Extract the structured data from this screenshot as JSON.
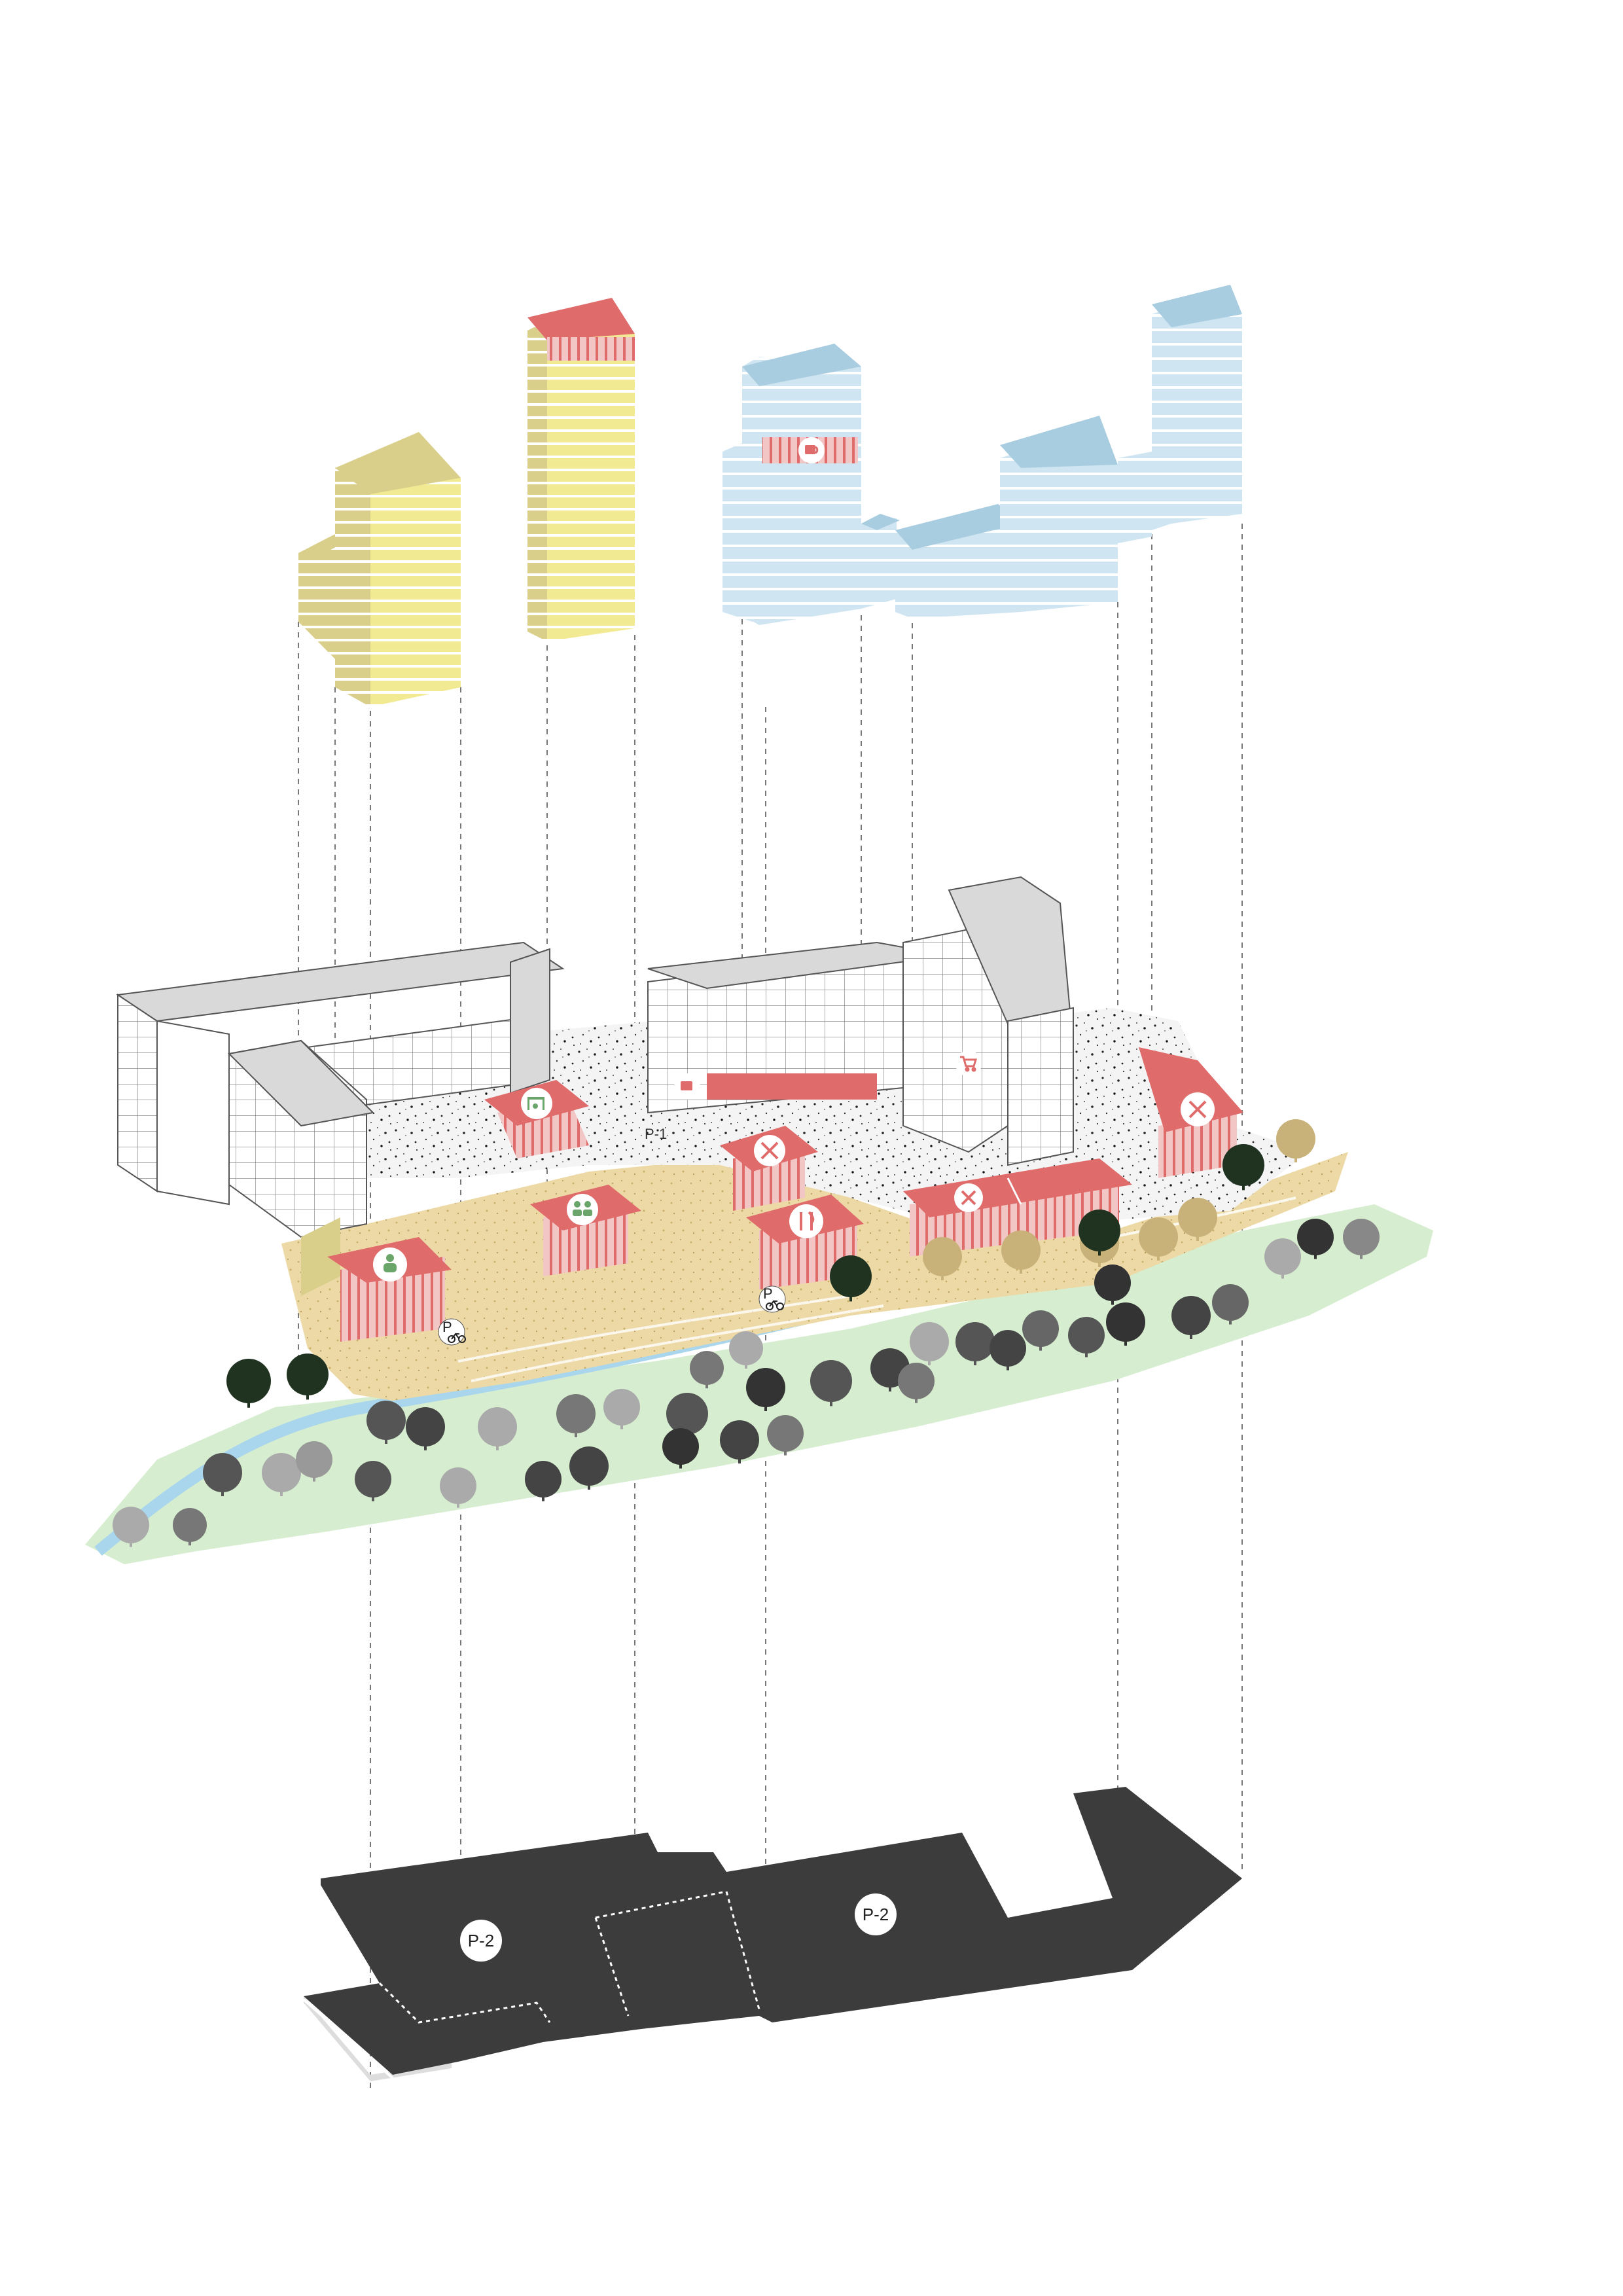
{
  "labels": {
    "parking_upper": "P-1",
    "parking_lower_left": "P-2",
    "parking_lower_right": "P-2",
    "bike_parking_left": "P",
    "bike_parking_right": "P"
  },
  "colors": {
    "housing_yellow_dark": "#d9cf8a",
    "housing_yellow_light": "#f2ea92",
    "office_blue": "#a9cde0",
    "office_blue_light": "#cfe5f1",
    "accent_red": "#e06b6b",
    "icon_green": "#6aa56a",
    "existing_grey": "#d9d9d9",
    "paving_sand": "#ecd9a6",
    "park_green": "#d6edd0",
    "water_blue": "#a9d6ec",
    "basement_dark": "#3c3c3c"
  },
  "icons": {
    "cafe": "coffee-cup-icon",
    "shop": "shopping-cart-icon",
    "workshop": "wrench-tools-icon",
    "restaurant": "fork-knife-icon",
    "childcare": "baby-icon",
    "community": "people-icon",
    "playground": "playground-icon",
    "bicycle": "bicycle-icon"
  }
}
